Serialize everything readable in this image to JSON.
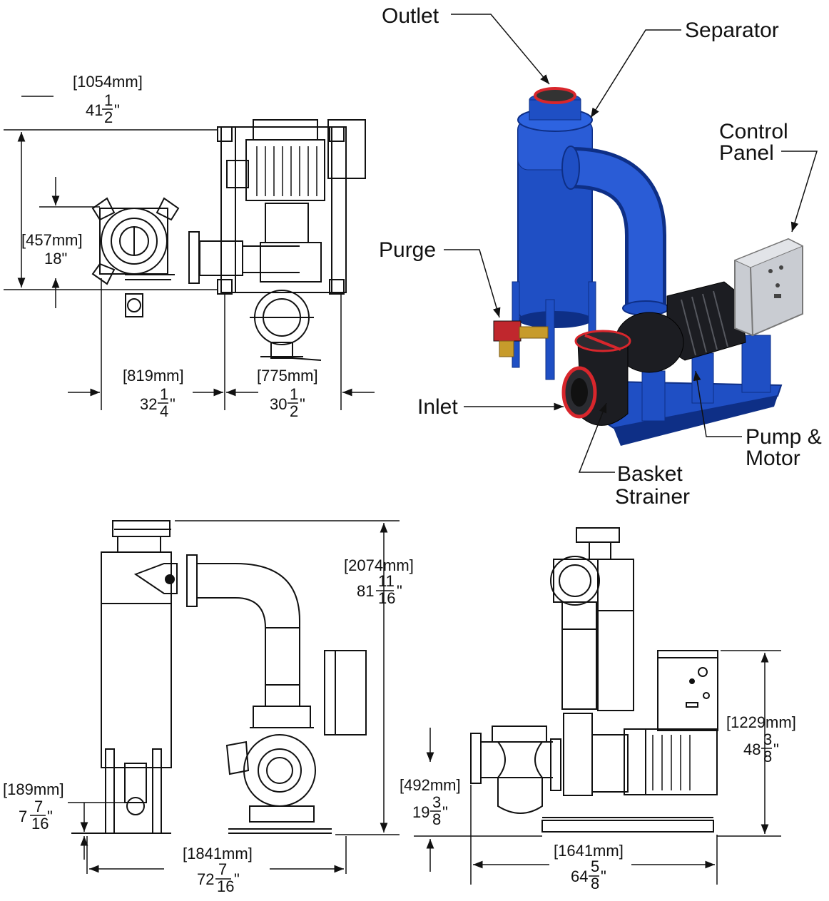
{
  "labels": {
    "outlet": "Outlet",
    "separator": "Separator",
    "control_panel": [
      "Control",
      "Panel"
    ],
    "purge": "Purge",
    "inlet": "Inlet",
    "pump_motor": [
      "Pump &",
      "Motor"
    ],
    "basket_strainer": [
      "Basket",
      "Strainer"
    ]
  },
  "top_view": {
    "overall_depth": {
      "mm": "[1054mm]",
      "whole": "41",
      "num": "1",
      "den": "2",
      "unit": "\""
    },
    "inlet_offset": {
      "mm": "[457mm]",
      "inch": "18\""
    },
    "width_a": {
      "mm": "[819mm]",
      "whole": "32",
      "num": "1",
      "den": "4",
      "unit": "\""
    },
    "width_b": {
      "mm": "[775mm]",
      "whole": "30",
      "num": "1",
      "den": "2",
      "unit": "\""
    }
  },
  "side_view": {
    "height": {
      "mm": "[2074mm]",
      "whole": "81",
      "num": "11",
      "den": "16",
      "unit": "\""
    },
    "purge_height": {
      "mm": "[189mm]",
      "whole": "7",
      "num": "7",
      "den": "16",
      "unit": "\""
    },
    "length": {
      "mm": "[1841mm]",
      "whole": "72",
      "num": "7",
      "den": "16",
      "unit": "\""
    }
  },
  "front_view": {
    "panel_height": {
      "mm": "[1229mm]",
      "whole": "48",
      "num": "3",
      "den": "8",
      "unit": "\""
    },
    "inlet_height": {
      "mm": "[492mm]",
      "whole": "19",
      "num": "3",
      "den": "8",
      "unit": "\""
    },
    "width": {
      "mm": "[1641mm]",
      "whole": "64",
      "num": "5",
      "den": "8",
      "unit": "\""
    }
  },
  "colors": {
    "tank_blue": "#1f4fc4",
    "tank_dark": "#0e2f86",
    "handle_red": "#d8262c",
    "panel_gray": "#c9ccd2",
    "motor_black": "#1c1d22",
    "brass": "#c79b2b"
  }
}
